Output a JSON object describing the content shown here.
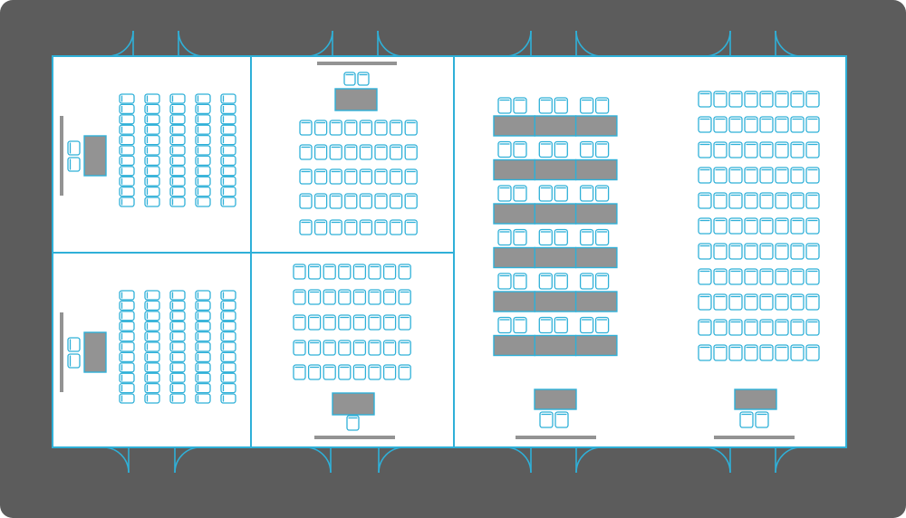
{
  "colors": {
    "frame_background": "#5c5c5c",
    "floor": "#ffffff",
    "wall_line": "#2fb0d8",
    "chair_stroke": "#2fb0d8",
    "table_fill": "#939393",
    "screen_bar": "#939393"
  },
  "icons": {
    "seat": "chair-icon",
    "door": "door-swing-icon",
    "desk": "table-icon",
    "projection": "screen-bar-icon"
  },
  "rooms": [
    {
      "id": "room-a",
      "layout": "theater",
      "seating_grid": {
        "columns": 5,
        "rows": 11
      },
      "presenter_seats": 2
    },
    {
      "id": "room-b",
      "layout": "theater",
      "seating_grid": {
        "columns": 5,
        "rows": 11
      },
      "presenter_seats": 2
    },
    {
      "id": "room-c",
      "layout": "theater",
      "seating_grid": {
        "columns": 8,
        "rows": 5
      },
      "presenter_seats": 2
    },
    {
      "id": "room-d",
      "layout": "theater",
      "seating_grid": {
        "columns": 8,
        "rows": 5
      },
      "presenter_seats": 1
    },
    {
      "id": "room-e",
      "layout": "classroom",
      "table_rows": 6,
      "tables_per_row": 3,
      "seats_per_table": 2,
      "presenter_seats": 2
    },
    {
      "id": "room-f",
      "layout": "theater",
      "seating_grid": {
        "columns": 8,
        "rows": 11
      },
      "presenter_seats": 2
    }
  ]
}
